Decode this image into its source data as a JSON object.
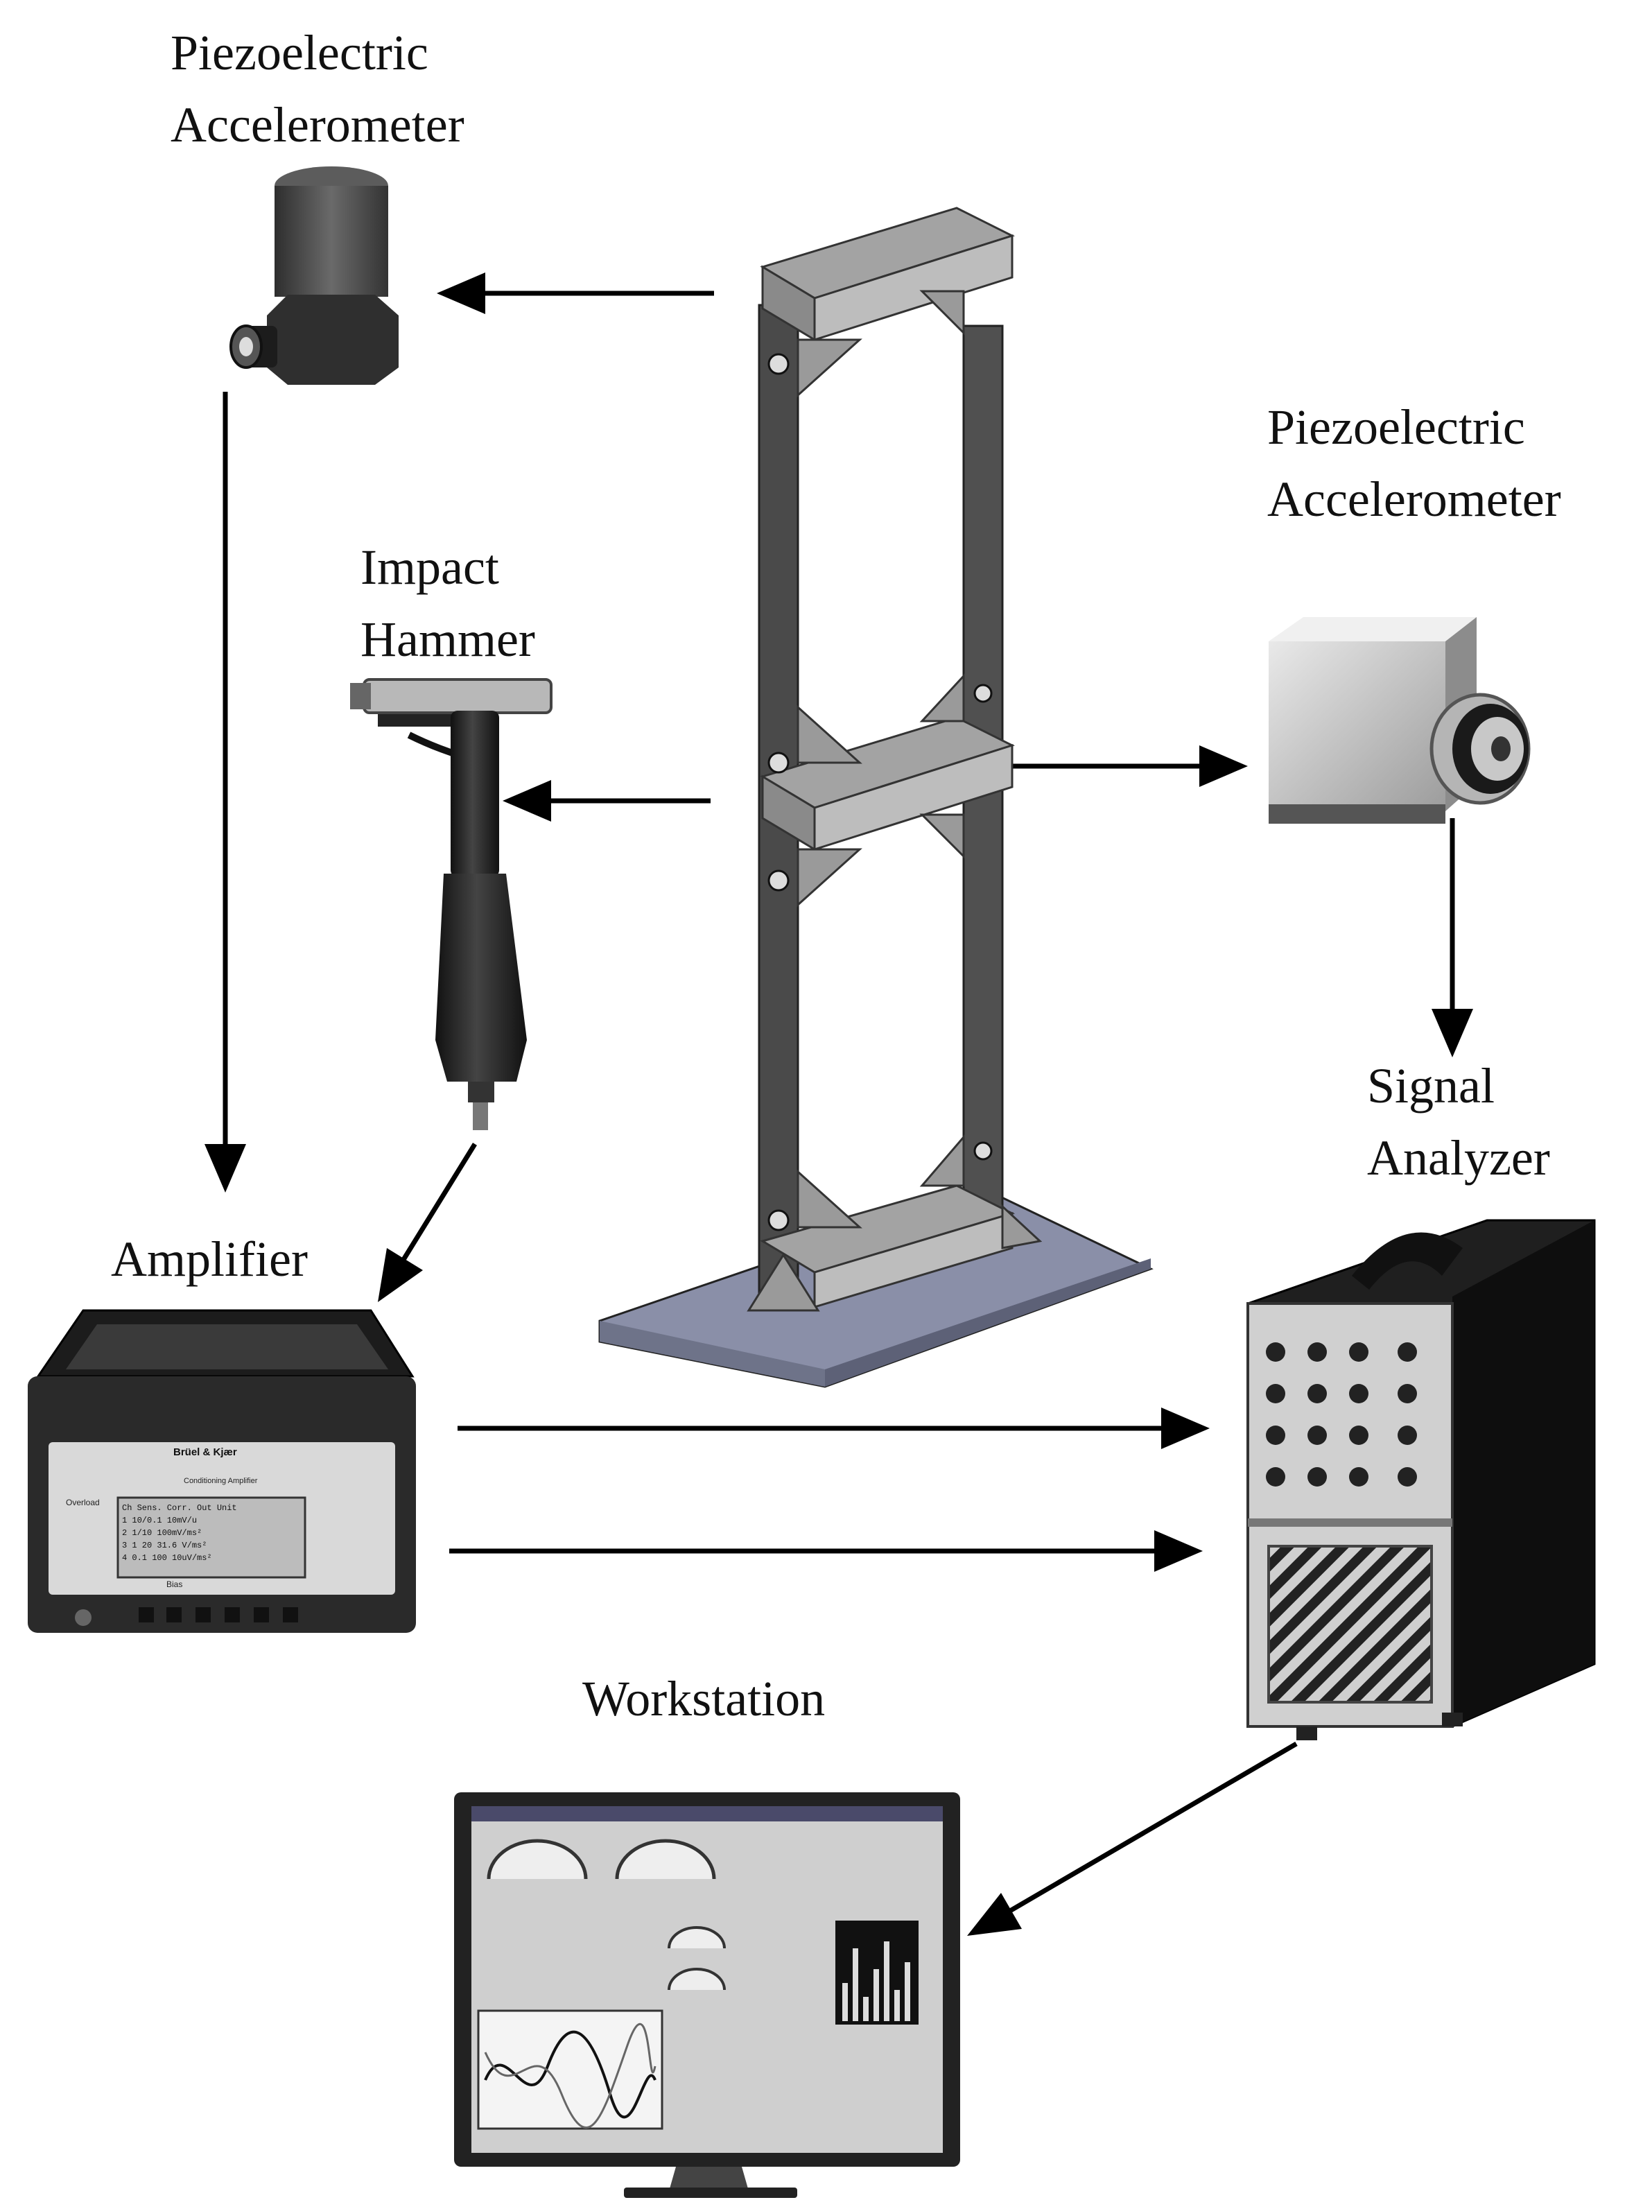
{
  "labels": {
    "accelerometer_top": [
      "Piezoelectric",
      "Accelerometer"
    ],
    "accelerometer_right": [
      "Piezoelectric",
      "Accelerometer"
    ],
    "impact_hammer": [
      "Impact",
      "Hammer"
    ],
    "amplifier": "Amplifier",
    "signal_analyzer": [
      "Signal",
      "Analyzer"
    ],
    "workstation": "Workstation"
  },
  "device_text": {
    "amplifier_brand": "Brüel & Kjær",
    "amplifier_model": "Conditioning Amplifier",
    "amplifier_screen_header": "Ch  Sens.  Corr.  Out Unit",
    "amplifier_screen_rows": [
      "1  10/0.1  10mV/u",
      "2  1/10   100mV/ms²",
      "3  1  20  31.6 V/ms²",
      "4  0.1 100  10uV/ms²"
    ],
    "amplifier_overload": "Overload",
    "amplifier_bias": "Bias"
  },
  "connections": [
    {
      "from": "structure",
      "to": "accelerometer_top"
    },
    {
      "from": "structure",
      "to": "impact_hammer"
    },
    {
      "from": "structure",
      "to": "accelerometer_right"
    },
    {
      "from": "accelerometer_top",
      "to": "amplifier"
    },
    {
      "from": "impact_hammer",
      "to": "amplifier"
    },
    {
      "from": "accelerometer_right",
      "to": "signal_analyzer"
    },
    {
      "from": "amplifier",
      "to": "signal_analyzer"
    },
    {
      "from": "amplifier",
      "to": "signal_analyzer"
    },
    {
      "from": "signal_analyzer",
      "to": "workstation"
    }
  ],
  "colors": {
    "frame_dark": "#4a4a4a",
    "frame_light": "#9a9a9a",
    "base_plate": "#8a8fa8",
    "arrow": "#000000"
  }
}
